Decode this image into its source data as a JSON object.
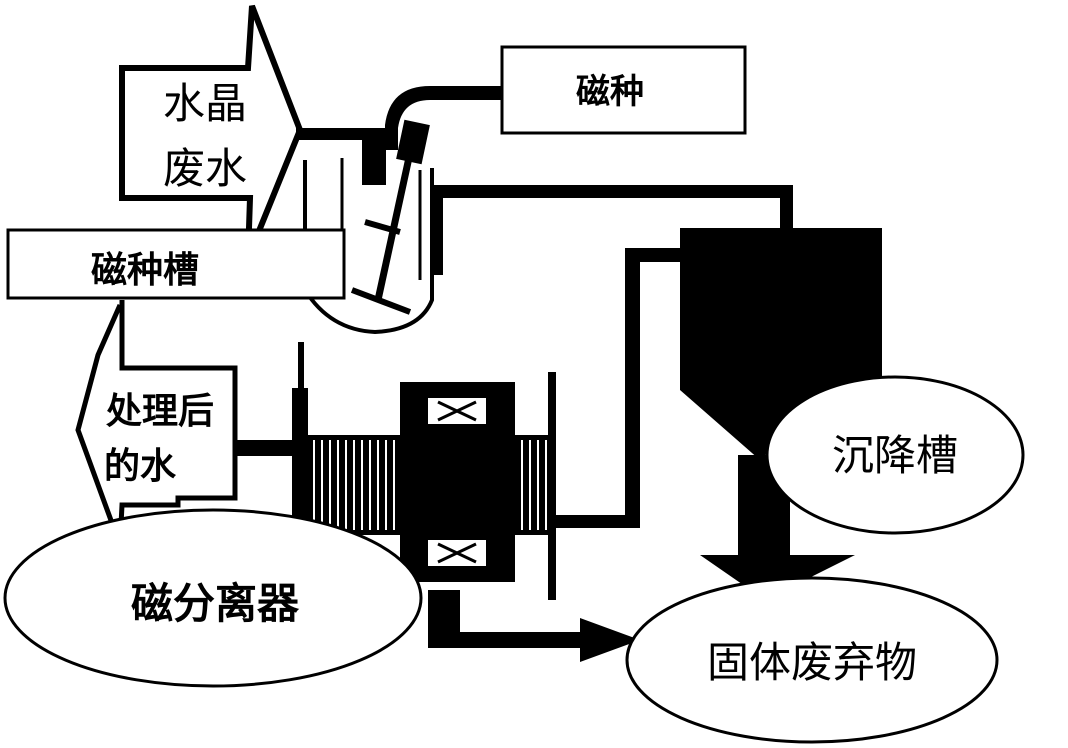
{
  "labels": {
    "crystal_wastewater_line1": "水晶",
    "crystal_wastewater_line2": "废水",
    "magnetic_seed": "磁种",
    "magnetic_seed_tank": "磁种槽",
    "treated_water_line1": "处理后",
    "treated_water_line2": "的水",
    "magnetic_separator": "磁分离器",
    "settling_tank": "沉降槽",
    "solid_waste": "固体废弃物"
  }
}
